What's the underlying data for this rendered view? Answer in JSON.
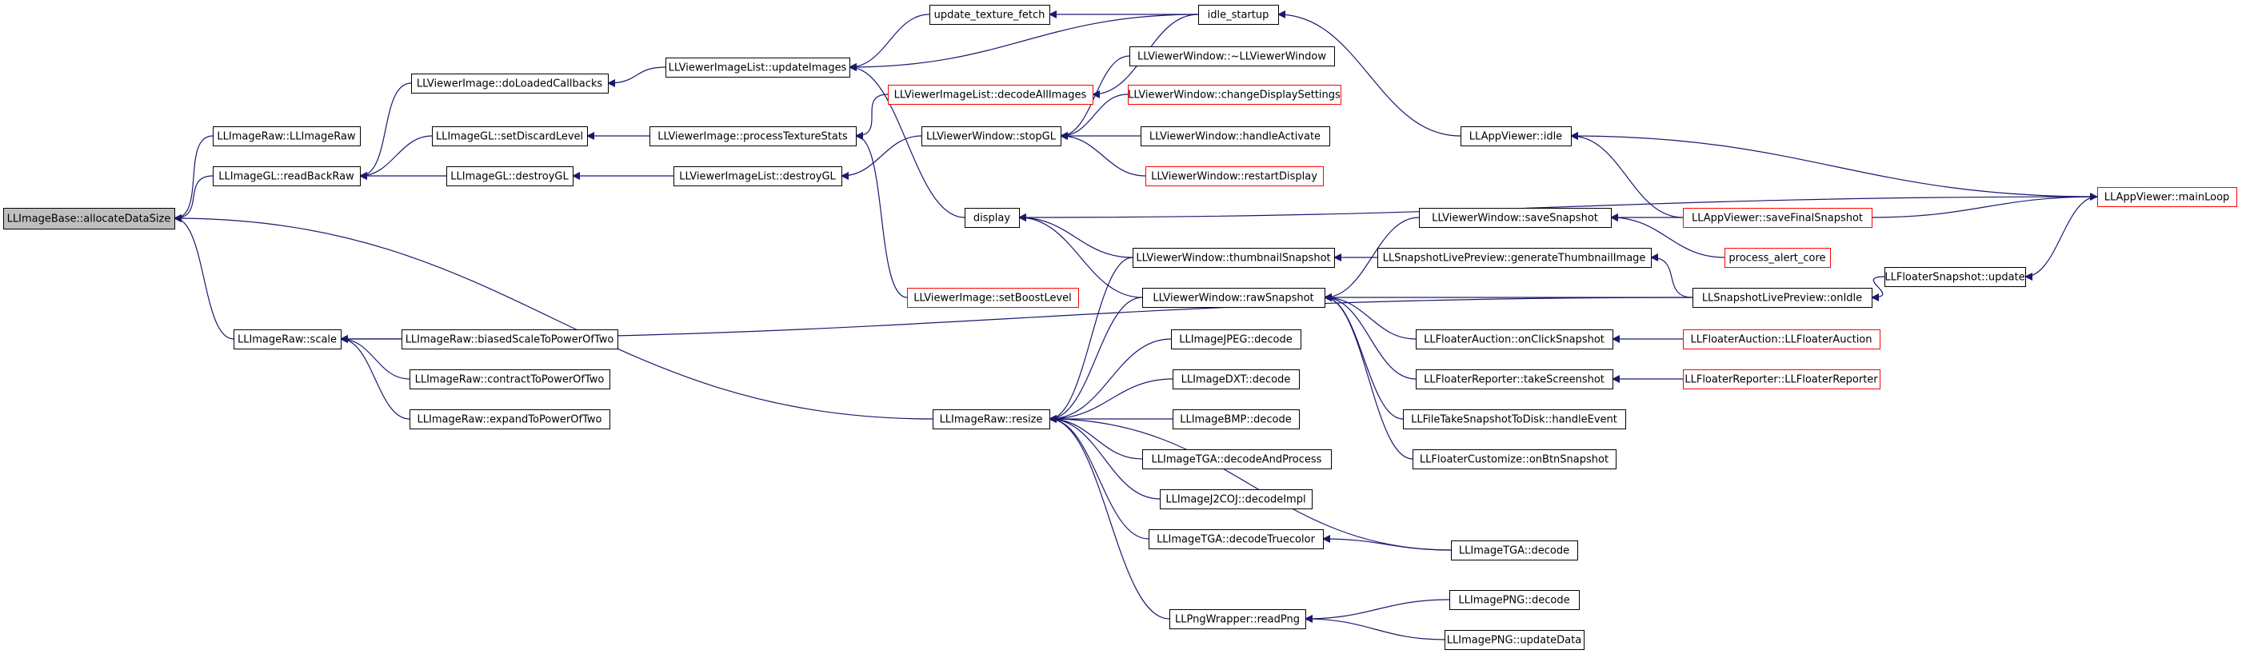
{
  "graph": {
    "root": "root",
    "nodes": [
      {
        "id": "root",
        "label": "LLImageBase::allocateDataSize",
        "truncated": false
      },
      {
        "id": "llimageraw_ctor",
        "label": "LLImageRaw::LLImageRaw",
        "truncated": false
      },
      {
        "id": "readbackraw",
        "label": "LLImageGL::readBackRaw",
        "truncated": false
      },
      {
        "id": "scale",
        "label": "LLImageRaw::scale",
        "truncated": false
      },
      {
        "id": "resize",
        "label": "LLImageRaw::resize",
        "truncated": false
      },
      {
        "id": "doloaded",
        "label": "LLViewerImage::doLoadedCallbacks",
        "truncated": false
      },
      {
        "id": "setdiscard",
        "label": "LLImageGL::setDiscardLevel",
        "truncated": false
      },
      {
        "id": "destroygl",
        "label": "LLImageGL::destroyGL",
        "truncated": false
      },
      {
        "id": "biased",
        "label": "LLImageRaw::biasedScaleToPowerOfTwo",
        "truncated": false
      },
      {
        "id": "contract",
        "label": "LLImageRaw::contractToPowerOfTwo",
        "truncated": false
      },
      {
        "id": "expand",
        "label": "LLImageRaw::expandToPowerOfTwo",
        "truncated": false
      },
      {
        "id": "updateimages",
        "label": "LLViewerImageList::updateImages",
        "truncated": false
      },
      {
        "id": "processtex",
        "label": "LLViewerImage::processTextureStats",
        "truncated": false
      },
      {
        "id": "destroygl_list",
        "label": "LLViewerImageList::destroyGL",
        "truncated": false
      },
      {
        "id": "updatetex",
        "label": "update_texture_fetch",
        "truncated": false
      },
      {
        "id": "decodeall",
        "label": "LLViewerImageList::decodeAllImages",
        "truncated": true
      },
      {
        "id": "stopgl",
        "label": "LLViewerWindow::stopGL",
        "truncated": false
      },
      {
        "id": "display",
        "label": "display",
        "truncated": false
      },
      {
        "id": "setboost",
        "label": "LLViewerImage::setBoostLevel",
        "truncated": true
      },
      {
        "id": "idle_startup",
        "label": "idle_startup",
        "truncated": false
      },
      {
        "id": "vw_dtor",
        "label": "LLViewerWindow::~LLViewerWindow",
        "truncated": false
      },
      {
        "id": "changedisp",
        "label": "LLViewerWindow::changeDisplaySettings",
        "truncated": true
      },
      {
        "id": "handleact",
        "label": "LLViewerWindow::handleActivate",
        "truncated": false
      },
      {
        "id": "restartdisp",
        "label": "LLViewerWindow::restartDisplay",
        "truncated": true
      },
      {
        "id": "thumb",
        "label": "LLViewerWindow::thumbnailSnapshot",
        "truncated": false
      },
      {
        "id": "rawsnap",
        "label": "LLViewerWindow::rawSnapshot",
        "truncated": false
      },
      {
        "id": "jpeg",
        "label": "LLImageJPEG::decode",
        "truncated": false
      },
      {
        "id": "dxt",
        "label": "LLImageDXT::decode",
        "truncated": false
      },
      {
        "id": "bmp",
        "label": "LLImageBMP::decode",
        "truncated": false
      },
      {
        "id": "tga_dp",
        "label": "LLImageTGA::decodeAndProcess",
        "truncated": false
      },
      {
        "id": "j2c",
        "label": "LLImageJ2COJ::decodeImpl",
        "truncated": false
      },
      {
        "id": "tga_tc",
        "label": "LLImageTGA::decodeTruecolor",
        "truncated": false
      },
      {
        "id": "readpng",
        "label": "LLPngWrapper::readPng",
        "truncated": false
      },
      {
        "id": "appidle",
        "label": "LLAppViewer::idle",
        "truncated": false
      },
      {
        "id": "savesnap",
        "label": "LLViewerWindow::saveSnapshot",
        "truncated": false
      },
      {
        "id": "genthumb",
        "label": "LLSnapshotLivePreview::generateThumbnailImage",
        "truncated": false
      },
      {
        "id": "auction_click",
        "label": "LLFloaterAuction::onClickSnapshot",
        "truncated": false
      },
      {
        "id": "reporter_take",
        "label": "LLFloaterReporter::takeScreenshot",
        "truncated": false
      },
      {
        "id": "filetake",
        "label": "LLFileTakeSnapshotToDisk::handleEvent",
        "truncated": false
      },
      {
        "id": "customize",
        "label": "LLFloaterCustomize::onBtnSnapshot",
        "truncated": false
      },
      {
        "id": "tga_decode",
        "label": "LLImageTGA::decode",
        "truncated": false
      },
      {
        "id": "png_decode",
        "label": "LLImagePNG::decode",
        "truncated": false
      },
      {
        "id": "png_update",
        "label": "LLImagePNG::updateData",
        "truncated": false
      },
      {
        "id": "savefinal",
        "label": "LLAppViewer::saveFinalSnapshot",
        "truncated": true
      },
      {
        "id": "alertcore",
        "label": "process_alert_core",
        "truncated": true
      },
      {
        "id": "onidle",
        "label": "LLSnapshotLivePreview::onIdle",
        "truncated": false
      },
      {
        "id": "auction_ctor",
        "label": "LLFloaterAuction::LLFloaterAuction",
        "truncated": true
      },
      {
        "id": "reporter_ctor",
        "label": "LLFloaterReporter::LLFloaterReporter",
        "truncated": true
      },
      {
        "id": "mainloop",
        "label": "LLAppViewer::mainLoop",
        "truncated": true
      },
      {
        "id": "snapupdate",
        "label": "LLFloaterSnapshot::update",
        "truncated": false
      }
    ],
    "edges": [
      [
        "llimageraw_ctor",
        "root"
      ],
      [
        "readbackraw",
        "root"
      ],
      [
        "scale",
        "root"
      ],
      [
        "resize",
        "root"
      ],
      [
        "doloaded",
        "readbackraw"
      ],
      [
        "setdiscard",
        "readbackraw"
      ],
      [
        "destroygl",
        "readbackraw"
      ],
      [
        "biased",
        "scale"
      ],
      [
        "contract",
        "scale"
      ],
      [
        "expand",
        "scale"
      ],
      [
        "onidle",
        "scale"
      ],
      [
        "updateimages",
        "doloaded"
      ],
      [
        "processtex",
        "setdiscard"
      ],
      [
        "destroygl_list",
        "destroygl"
      ],
      [
        "updatetex",
        "updateimages"
      ],
      [
        "idle_startup",
        "updateimages"
      ],
      [
        "display",
        "updateimages"
      ],
      [
        "decodeall",
        "processtex"
      ],
      [
        "setboost",
        "processtex"
      ],
      [
        "stopgl",
        "destroygl_list"
      ],
      [
        "vw_dtor",
        "stopgl"
      ],
      [
        "changedisp",
        "stopgl"
      ],
      [
        "handleact",
        "stopgl"
      ],
      [
        "restartdisp",
        "stopgl"
      ],
      [
        "idle_startup",
        "updatetex"
      ],
      [
        "idle_startup",
        "decodeall"
      ],
      [
        "appidle",
        "idle_startup"
      ],
      [
        "thumb",
        "display"
      ],
      [
        "rawsnap",
        "display"
      ],
      [
        "mainloop",
        "display"
      ],
      [
        "thumb",
        "resize"
      ],
      [
        "rawsnap",
        "resize"
      ],
      [
        "jpeg",
        "resize"
      ],
      [
        "dxt",
        "resize"
      ],
      [
        "bmp",
        "resize"
      ],
      [
        "tga_dp",
        "resize"
      ],
      [
        "j2c",
        "resize"
      ],
      [
        "tga_tc",
        "resize"
      ],
      [
        "readpng",
        "resize"
      ],
      [
        "tga_decode",
        "resize"
      ],
      [
        "genthumb",
        "thumb"
      ],
      [
        "savesnap",
        "rawsnap"
      ],
      [
        "onidle",
        "rawsnap"
      ],
      [
        "auction_click",
        "rawsnap"
      ],
      [
        "reporter_take",
        "rawsnap"
      ],
      [
        "filetake",
        "rawsnap"
      ],
      [
        "customize",
        "rawsnap"
      ],
      [
        "tga_decode",
        "tga_tc"
      ],
      [
        "png_decode",
        "readpng"
      ],
      [
        "png_update",
        "readpng"
      ],
      [
        "mainloop",
        "appidle"
      ],
      [
        "savefinal",
        "appidle"
      ],
      [
        "savefinal",
        "savesnap"
      ],
      [
        "alertcore",
        "savesnap"
      ],
      [
        "onidle",
        "genthumb"
      ],
      [
        "snapupdate",
        "onidle"
      ],
      [
        "auction_ctor",
        "auction_click"
      ],
      [
        "reporter_ctor",
        "reporter_take"
      ],
      [
        "savefinal",
        "mainloop"
      ],
      [
        "mainloop",
        "snapupdate"
      ]
    ]
  }
}
